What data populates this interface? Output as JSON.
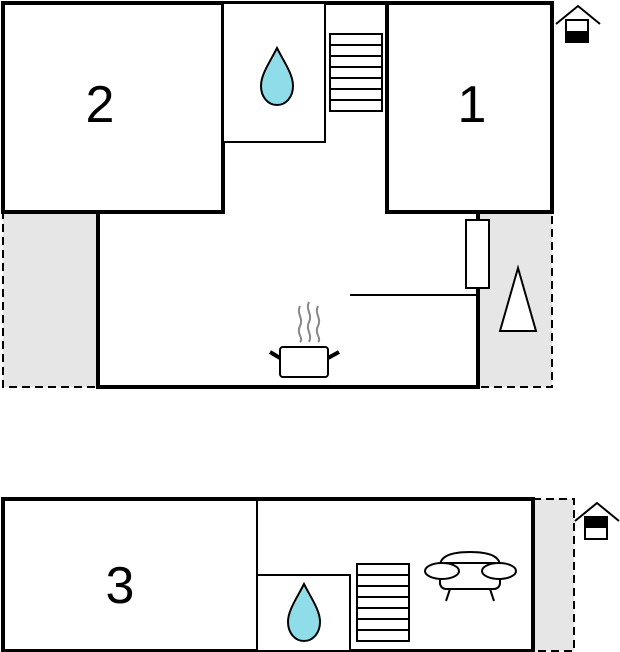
{
  "colors": {
    "wall": "#000000",
    "outdoor_fill": "#e6e6e6",
    "water": "#8fdde8",
    "steam": "#888888",
    "background": "#ffffff"
  },
  "floors": [
    {
      "rooms": [
        {
          "label": "2",
          "type": "bedroom"
        },
        {
          "label": "1",
          "type": "bedroom"
        }
      ],
      "icons": [
        "water-drop-icon",
        "stairs-icon",
        "cooking-pot-icon",
        "parasol-icon",
        "house-icon"
      ]
    },
    {
      "rooms": [
        {
          "label": "3",
          "type": "bedroom"
        }
      ],
      "icons": [
        "water-drop-icon",
        "stairs-icon",
        "sofa-icon",
        "house-icon"
      ]
    }
  ]
}
